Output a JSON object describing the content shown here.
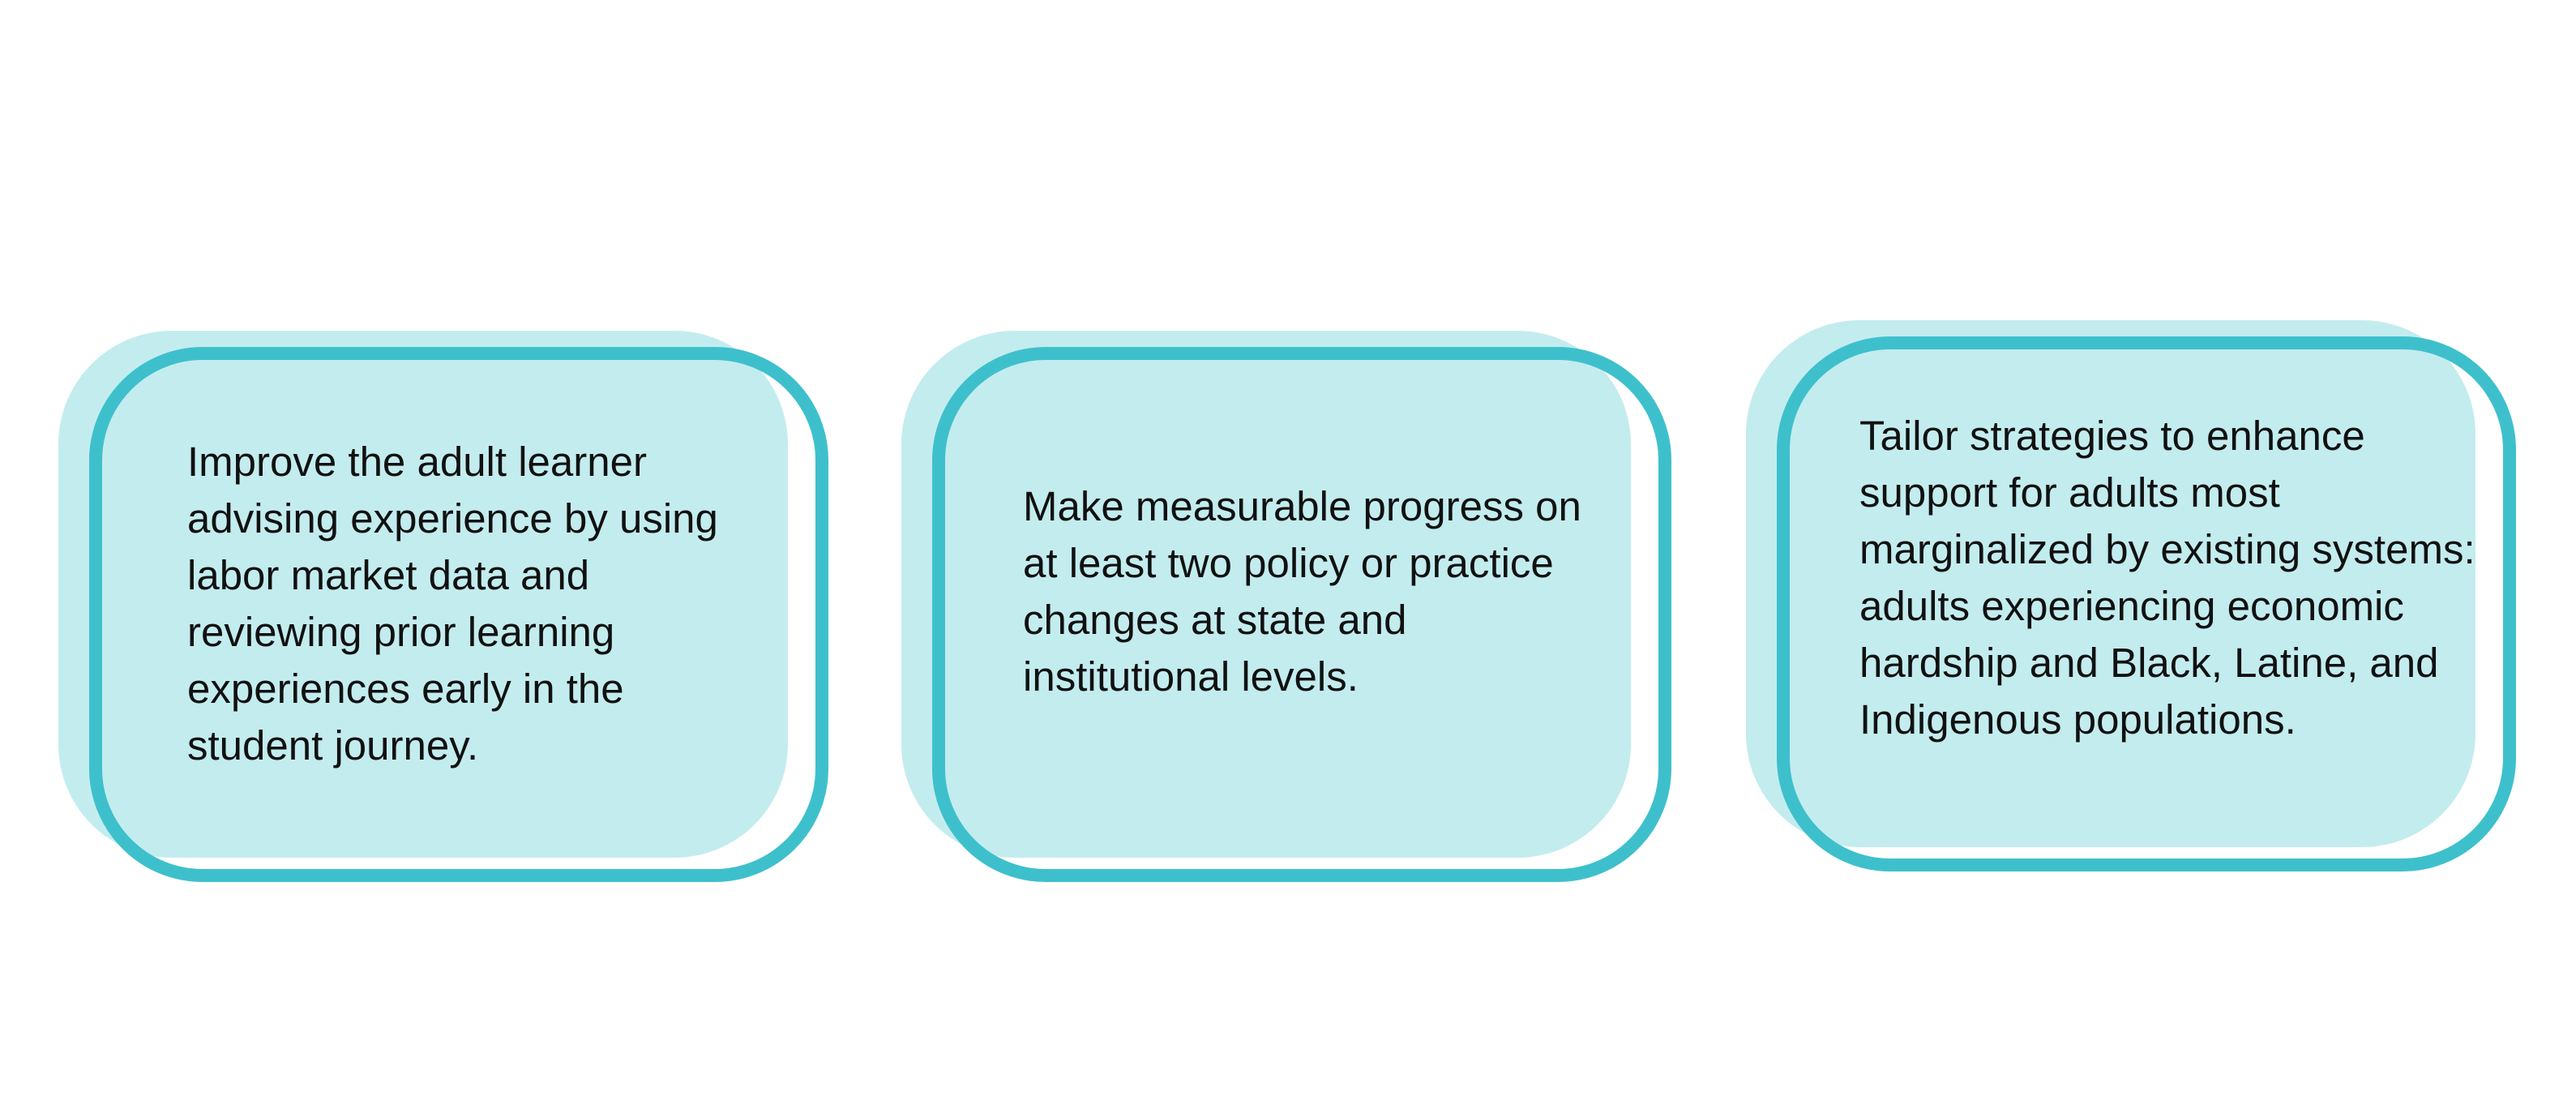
{
  "cards": [
    {
      "text": "Improve the adult learner advising experience by using labor market data and reviewing prior learning experiences early in the student journey."
    },
    {
      "text": "Make measurable progress on at least two policy or practice changes at state and institutional levels."
    },
    {
      "text": "Tailor strategies to enhance support for adults most marginalized by existing systems: adults experiencing economic hardship and Black, Latine, and Indigenous populations."
    }
  ],
  "colors": {
    "card_fill": "#c3ecef",
    "card_outline": "#3ec0cc",
    "text": "#111111",
    "background": "#ffffff"
  }
}
